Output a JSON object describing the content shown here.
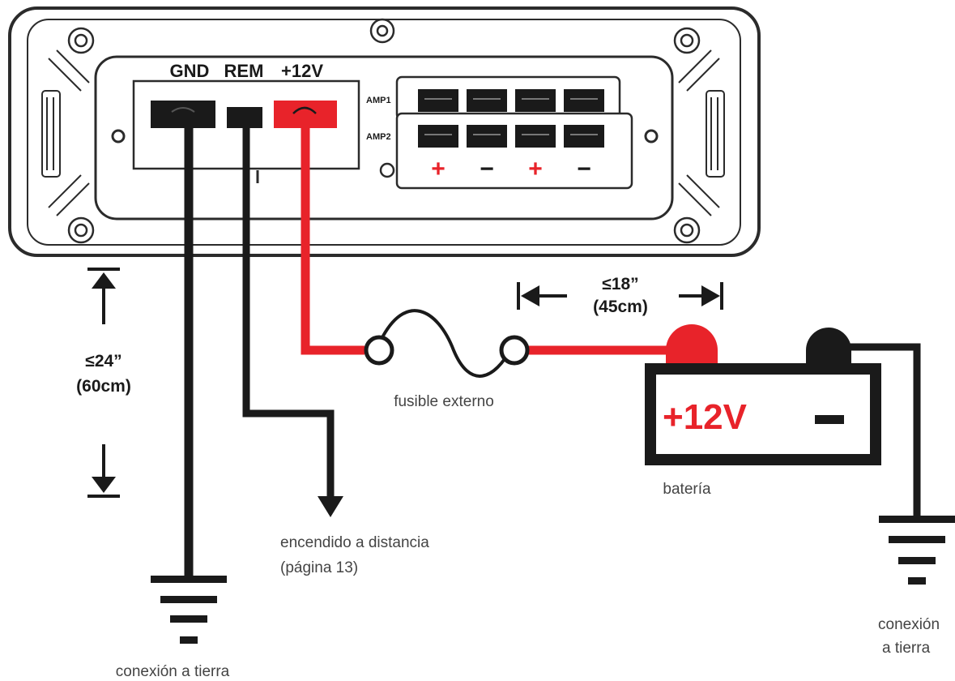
{
  "colors": {
    "red": "#e8232a",
    "black": "#1a1a1a",
    "outline": "#2b2b2b",
    "caption": "#444444"
  },
  "amplifier": {
    "terminals": {
      "gnd": "GND",
      "rem": "REM",
      "pos12v": "+12V"
    },
    "amp1_label": "AMP1",
    "amp2_label": "AMP2",
    "polarity": [
      "+",
      "−",
      "+",
      "−"
    ]
  },
  "dimensions": {
    "amp_to_ground_max": "≤24”",
    "amp_to_ground_metric": "(60cm)",
    "fuse_to_battery_max": "≤18”",
    "fuse_to_battery_metric": "(45cm)"
  },
  "fuse": {
    "label": "fusible externo"
  },
  "battery": {
    "positive_label": "+12V",
    "negative_label": "−",
    "label": "batería"
  },
  "remote": {
    "line1": "encendido a distancia",
    "line2": "(página 13)"
  },
  "ground": {
    "amp_label": "conexión a tierra",
    "battery_label_line1": "conexión",
    "battery_label_line2": "a tierra"
  }
}
